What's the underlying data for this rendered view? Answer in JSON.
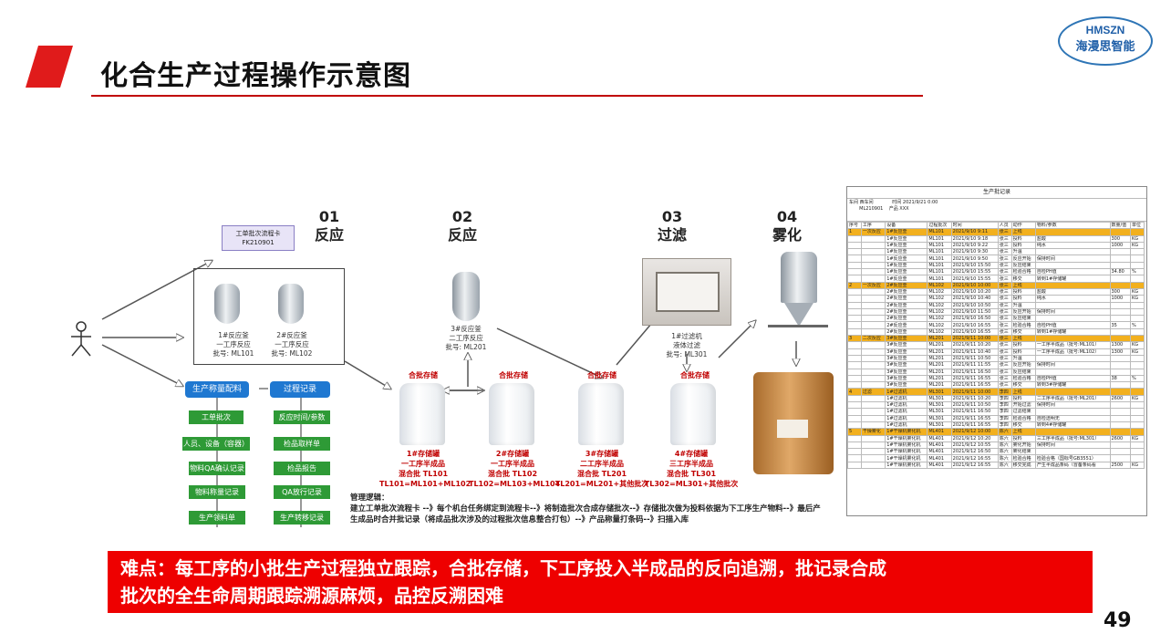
{
  "header": {
    "title": "化合生产过程操作示意图",
    "logo_line1": "HMSZN",
    "logo_line2": "海漫思智能"
  },
  "steps": [
    {
      "num": "01",
      "name": "反应"
    },
    {
      "num": "02",
      "name": "反应"
    },
    {
      "num": "03",
      "name": "过滤"
    },
    {
      "num": "04",
      "name": "雾化"
    }
  ],
  "flow_card": {
    "title": "工单批次流程卡",
    "code": "FK210901"
  },
  "reactors": [
    {
      "line1": "1#反应釜",
      "line2": "一工序反应",
      "line3": "批号: ML101"
    },
    {
      "line1": "2#反应釜",
      "line2": "一工序反应",
      "line3": "批号: ML102"
    },
    {
      "line1": "3#反应釜",
      "line2": "二工序反应",
      "line3": "批号: ML201"
    }
  ],
  "filter": {
    "line1": "1#过滤机",
    "line2": "液体过滤",
    "line3": "批号: ML301"
  },
  "tank_tag": "合批存储",
  "tanks": [
    {
      "line1": "1#存储罐",
      "line2": "一工序半成品",
      "line3": "混合批 TL101",
      "line4": "TL101=ML101+ML102"
    },
    {
      "line1": "2#存储罐",
      "line2": "一工序半成品",
      "line3": "混合批 TL102",
      "line4": "TL102=ML103+ML104"
    },
    {
      "line1": "3#存储罐",
      "line2": "二工序半成品",
      "line3": "混合批 TL201",
      "line4": "TL201=ML201+其他批次"
    },
    {
      "line1": "4#存储罐",
      "line2": "三工序半成品",
      "line3": "混合批 TL301",
      "line4": "TL302=ML301+其他批次"
    }
  ],
  "left_flow": {
    "col1_head": "生产称量配料",
    "col1": [
      "工单批次",
      "人员、设备（容器）",
      "物料QA确认记录",
      "物料称量记录",
      "生产领料单"
    ],
    "col2_head": "过程记录",
    "col2": [
      "反应时间/参数",
      "检品取样单",
      "检品报告",
      "QA放行记录",
      "生产转移记录"
    ]
  },
  "note": {
    "head": "管理逻辑：",
    "body": "建立工单批次流程卡 --》每个机台任务绑定到流程卡--》将制造批次合成存储批次--》存储批次做为投料依据为下工序生产物料--》最后产生成品时合并批记录（将成品批次涉及的过程批次信息整合打包）--》产品称量打条码--》扫描入库"
  },
  "banner": {
    "line1": "难点：每工序的小批生产过程独立跟踪，合批存储，下工序投入半成品的反向追溯，批记录合成",
    "line2": "批次的全生命周期跟踪溯源麻烦，品控反溯困难"
  },
  "page_number": "49",
  "record": {
    "title": "生产批记录",
    "meta": [
      "车间",
      "西车间",
      "时间",
      "2021/9/21 0:00",
      "ML210901",
      "产品",
      "XXX"
    ],
    "columns": [
      "序号",
      "工序",
      "设备",
      "过程批次",
      "时间",
      "人员",
      "动作",
      "物料/参数",
      "数量/值",
      "单位"
    ],
    "groups": [
      {
        "head": [
          "1",
          "一次反应",
          "1#反应釜",
          "ML101",
          "2021/9/10 9:11",
          "张三",
          "上线"
        ],
        "rows": [
          [
            "2021/9/10 9:18",
            "投料",
            "盐酸",
            "300",
            "KG"
          ],
          [
            "2021/9/10 9:22",
            "投料",
            "纯水",
            "1000",
            "KG"
          ],
          [
            "2021/9/10 9:30",
            "升温",
            "",
            "",
            " "
          ],
          [
            "2021/9/10 9:50",
            "反应开始",
            "保持时间",
            "",
            ""
          ],
          [
            "2021/9/10 15:50",
            "反应结束",
            "",
            "",
            ""
          ],
          [
            "2021/9/10 15:55",
            "检验合格",
            "自检PH值",
            "34.80",
            "%"
          ],
          [
            "2021/9/10 15:55",
            "移交",
            "转到1#存储罐",
            "",
            ""
          ]
        ]
      },
      {
        "head": [
          "2",
          "一次反应",
          "2#反应釜",
          "ML102",
          "2021/9/10 10:00",
          "张三",
          "上线"
        ],
        "rows": [
          [
            "2021/9/10 10:20",
            "投料",
            "盐酸",
            "300",
            "KG"
          ],
          [
            "2021/9/10 10:40",
            "投料",
            "纯水",
            "1000",
            "KG"
          ],
          [
            "2021/9/10 10:50",
            "升温",
            "",
            "",
            ""
          ],
          [
            "2021/9/10 11:50",
            "反应开始",
            "保持时间",
            "",
            ""
          ],
          [
            "2021/9/10 16:50",
            "反应结束",
            "",
            "",
            ""
          ],
          [
            "2021/9/10 16:55",
            "检验合格",
            "自检PH值",
            "35",
            "%"
          ],
          [
            "2021/9/10 16:55",
            "移交",
            "转到1#存储罐",
            "",
            ""
          ]
        ]
      },
      {
        "head": [
          "3",
          "二次反应",
          "3#反应釜",
          "ML201",
          "2021/9/11 10:00",
          "张三",
          "上线"
        ],
        "rows": [
          [
            "2021/9/11 10:20",
            "投料",
            "一工序半成品（批号:ML101）",
            "1300",
            "KG"
          ],
          [
            "2021/9/11 10:40",
            "投料",
            "一工序半成品（批号:ML102）",
            "1300",
            "KG"
          ],
          [
            "2021/9/11 10:50",
            "升温",
            "",
            "",
            ""
          ],
          [
            "2021/9/11 11:55",
            "反应开始",
            "保持时间",
            "",
            ""
          ],
          [
            "2021/9/11 16:50",
            "反应结束",
            "",
            "",
            ""
          ],
          [
            "2021/9/11 16:55",
            "检验合格",
            "自检PH值",
            "38",
            "%"
          ],
          [
            "2021/9/11 16:55",
            "移交",
            "转到3#存储罐",
            "",
            ""
          ]
        ]
      },
      {
        "head": [
          "4",
          "过滤",
          "1#过滤机",
          "ML301",
          "2021/9/11 10:00",
          "李四",
          "上线"
        ],
        "rows": [
          [
            "2021/9/11 10:20",
            "投料",
            "二工序半成品（批号:ML201）",
            "2600",
            "KG"
          ],
          [
            "2021/9/11 10:50",
            "开始过滤",
            "保持时间",
            "",
            ""
          ],
          [
            "2021/9/11 16:50",
            "过滤结束",
            "",
            "",
            ""
          ],
          [
            "2021/9/11 16:55",
            "检验合格",
            "自检透明无",
            "",
            ""
          ],
          [
            "2021/9/11 16:55",
            "移交",
            "转到4#存储罐",
            "",
            ""
          ]
        ]
      },
      {
        "head": [
          "5",
          "干燥雾化",
          "1#干燥机雾化机",
          "ML401",
          "2021/9/12 10:00",
          "陈六",
          "上线"
        ],
        "rows": [
          [
            "2021/9/12 10:20",
            "投料",
            "三工序半成品（批号:ML301）",
            "2600",
            "KG"
          ],
          [
            "2021/9/12 10:55",
            "雾化开始",
            "保持时间",
            "",
            ""
          ],
          [
            "2021/9/12 16:50",
            "雾化结束",
            "",
            "",
            ""
          ],
          [
            "2021/9/12 16:55",
            "检验合格",
            "检验合格（国标号GB3551）",
            "",
            ""
          ],
          [
            "2021/9/12 16:55",
            "移交完成",
            "产生半成品条码（冒备条码看",
            "2500",
            "KG"
          ]
        ]
      }
    ]
  },
  "colors": {
    "accent": "#c00000",
    "banner": "#ee0000",
    "blue_box": "#1f78d1",
    "green_box": "#2e9a36",
    "group_row": "#f2b01e"
  }
}
